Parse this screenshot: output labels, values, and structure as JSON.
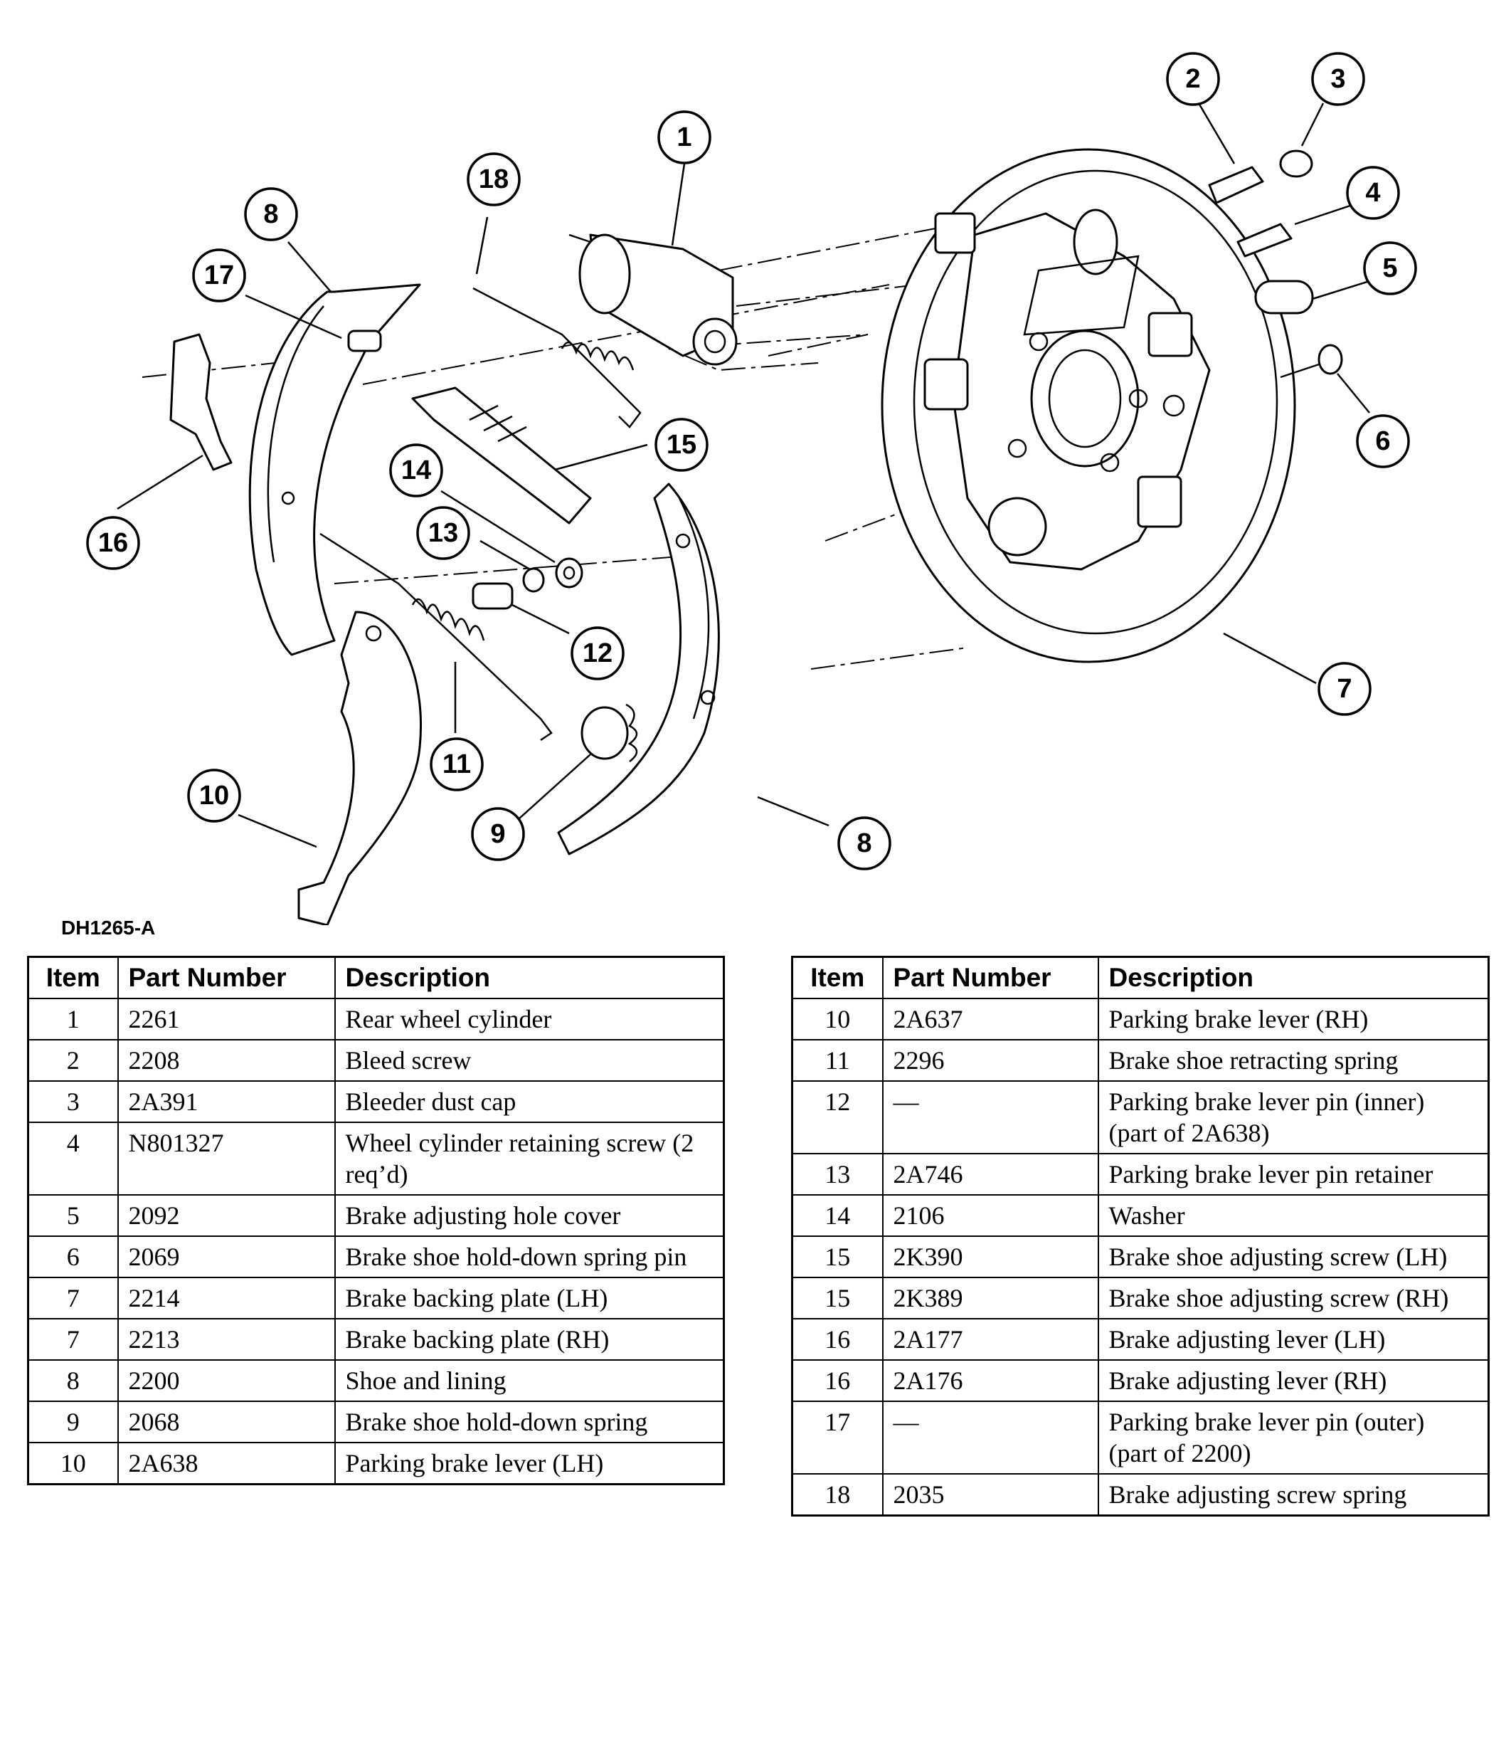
{
  "figure_id": "DH1265-A",
  "callouts": [
    "1",
    "2",
    "3",
    "4",
    "5",
    "6",
    "7",
    "8",
    "8",
    "9",
    "10",
    "11",
    "12",
    "13",
    "14",
    "15",
    "16",
    "17",
    "18"
  ],
  "table_headers": {
    "item": "Item",
    "part_number": "Part Number",
    "description": "Description"
  },
  "left_rows": [
    {
      "item": "1",
      "part": "2261",
      "desc": "Rear wheel cylinder"
    },
    {
      "item": "2",
      "part": "2208",
      "desc": "Bleed screw"
    },
    {
      "item": "3",
      "part": "2A391",
      "desc": "Bleeder dust cap"
    },
    {
      "item": "4",
      "part": "N801327",
      "desc": "Wheel cylinder retaining screw (2 req’d)"
    },
    {
      "item": "5",
      "part": "2092",
      "desc": "Brake adjusting hole cover"
    },
    {
      "item": "6",
      "part": "2069",
      "desc": "Brake shoe hold-down spring pin"
    },
    {
      "item": "7",
      "part": "2214",
      "desc": "Brake backing plate (LH)"
    },
    {
      "item": "7",
      "part": "2213",
      "desc": "Brake backing plate (RH)"
    },
    {
      "item": "8",
      "part": "2200",
      "desc": "Shoe and lining"
    },
    {
      "item": "9",
      "part": "2068",
      "desc": "Brake shoe hold-down spring"
    },
    {
      "item": "10",
      "part": "2A638",
      "desc": "Parking brake lever (LH)"
    }
  ],
  "right_rows": [
    {
      "item": "10",
      "part": "2A637",
      "desc": "Parking brake lever (RH)"
    },
    {
      "item": "11",
      "part": "2296",
      "desc": "Brake shoe retracting spring"
    },
    {
      "item": "12",
      "part": "—",
      "desc": "Parking brake lever pin (inner) (part of 2A638)"
    },
    {
      "item": "13",
      "part": "2A746",
      "desc": "Parking brake lever pin retainer"
    },
    {
      "item": "14",
      "part": "2106",
      "desc": "Washer"
    },
    {
      "item": "15",
      "part": "2K390",
      "desc": "Brake shoe adjusting screw (LH)"
    },
    {
      "item": "15",
      "part": "2K389",
      "desc": "Brake shoe adjusting screw (RH)"
    },
    {
      "item": "16",
      "part": "2A177",
      "desc": "Brake adjusting lever (LH)"
    },
    {
      "item": "16",
      "part": "2A176",
      "desc": "Brake adjusting lever (RH)"
    },
    {
      "item": "17",
      "part": "—",
      "desc": "Parking brake lever pin (outer) (part of 2200)"
    },
    {
      "item": "18",
      "part": "2035",
      "desc": "Brake adjusting screw spring"
    }
  ]
}
